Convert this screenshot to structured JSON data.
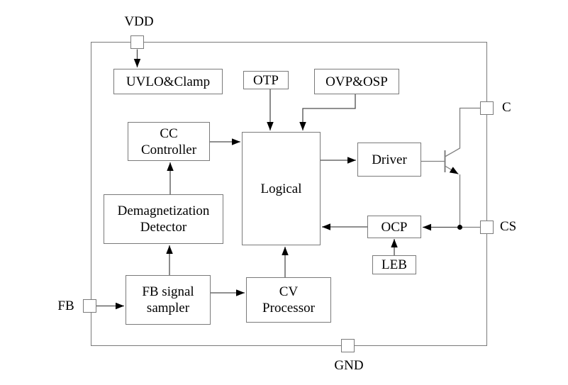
{
  "diagram": {
    "type": "ic-functional-block-diagram",
    "background_color": "#ffffff",
    "box_border_color": "#7a7a7a",
    "wire_color": "#4d4d4d",
    "lead_color": "#808080",
    "arrow_color": "#000000",
    "text_color": "#000000"
  },
  "pins": [
    {
      "id": "vdd",
      "label": "VDD",
      "side": "top"
    },
    {
      "id": "c",
      "label": "C",
      "side": "right"
    },
    {
      "id": "cs",
      "label": "CS",
      "side": "right"
    },
    {
      "id": "gnd",
      "label": "GND",
      "side": "bottom"
    },
    {
      "id": "fb",
      "label": "FB",
      "side": "left"
    }
  ],
  "blocks": [
    {
      "id": "uvlo-clamp",
      "label": "UVLO&Clamp",
      "lines": [
        "UVLO&Clamp"
      ]
    },
    {
      "id": "otp",
      "label": "OTP",
      "lines": [
        "OTP"
      ]
    },
    {
      "id": "ovp-osp",
      "label": "OVP&OSP",
      "lines": [
        "OVP&OSP"
      ]
    },
    {
      "id": "cc-controller",
      "label": "CC Controller",
      "lines": [
        "CC",
        "Controller"
      ]
    },
    {
      "id": "logical",
      "label": "Logical",
      "lines": [
        "Logical"
      ]
    },
    {
      "id": "driver",
      "label": "Driver",
      "lines": [
        "Driver"
      ]
    },
    {
      "id": "demagnetization-detector",
      "label": "Demagnetization Detector",
      "lines": [
        "Demagnetization",
        "Detector"
      ]
    },
    {
      "id": "ocp",
      "label": "OCP",
      "lines": [
        "OCP"
      ]
    },
    {
      "id": "leb",
      "label": "LEB",
      "lines": [
        "LEB"
      ]
    },
    {
      "id": "fb-signal-sampler",
      "label": "FB signal sampler",
      "lines": [
        "FB signal",
        "sampler"
      ]
    },
    {
      "id": "cv-processor",
      "label": "CV Processor",
      "lines": [
        "CV",
        "Processor"
      ]
    }
  ],
  "connections": [
    {
      "from": "VDD pin",
      "to": "UVLO&Clamp",
      "arrow": true
    },
    {
      "from": "OTP",
      "to": "Logical",
      "arrow": true
    },
    {
      "from": "OVP&OSP",
      "to": "Logical",
      "arrow": true
    },
    {
      "from": "CC Controller",
      "to": "Logical",
      "arrow": true
    },
    {
      "from": "Logical",
      "to": "Driver",
      "arrow": true
    },
    {
      "from": "Driver",
      "to": "transistor base",
      "arrow": false
    },
    {
      "from": "transistor emitter",
      "to": "CS node",
      "arrow": false
    },
    {
      "from": "transistor collector",
      "to": "C pin",
      "arrow": false
    },
    {
      "from": "CS node",
      "to": "OCP",
      "arrow": true
    },
    {
      "from": "OCP",
      "to": "Logical",
      "arrow": true
    },
    {
      "from": "LEB",
      "to": "OCP",
      "arrow": true
    },
    {
      "from": "FB pin",
      "to": "FB signal sampler",
      "arrow": true
    },
    {
      "from": "FB signal sampler",
      "to": "CV Processor",
      "arrow": true
    },
    {
      "from": "FB signal sampler",
      "to": "Demagnetization Detector",
      "arrow": true
    },
    {
      "from": "Demagnetization Detector",
      "to": "CC Controller",
      "arrow": true
    },
    {
      "from": "CV Processor",
      "to": "Logical",
      "arrow": true
    }
  ]
}
